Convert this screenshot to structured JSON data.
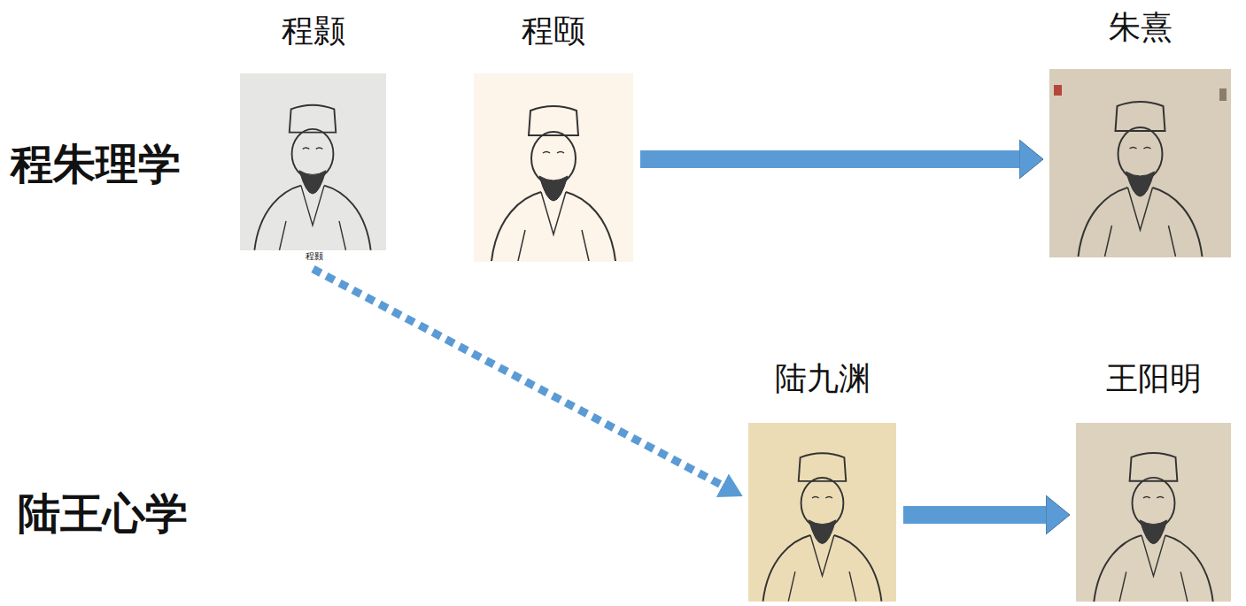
{
  "diagram": {
    "nodes": [
      {
        "text": [
          "程颢"
        ]
      },
      {
        "text": [
          "程颐"
        ]
      },
      {
        "text": [
          "朱熹"
        ]
      },
      {
        "text": [
          "陆九渊"
        ]
      },
      {
        "text": [
          "王阳明"
        ]
      }
    ],
    "edges": [
      {
        "from": 1,
        "to": 2,
        "arrow": "to"
      },
      {
        "from": 0,
        "to": 3,
        "arrow": "to"
      },
      {
        "from": 3,
        "to": 4,
        "arrow": "to"
      }
    ],
    "labels": [
      "程朱理学",
      "陆王心学",
      "程颢"
    ]
  }
}
